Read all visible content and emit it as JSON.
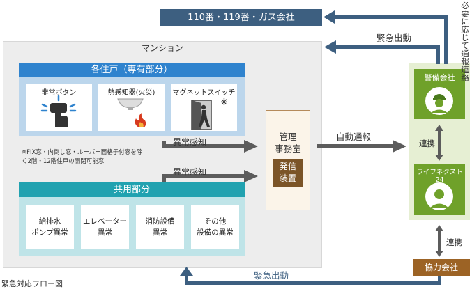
{
  "emergency_contact": "110番・119番・ガス会社",
  "mansion": {
    "title": "マンション",
    "units": {
      "header": "各住戸（専有部分）",
      "cards": [
        {
          "label": "非常ボタン",
          "icon": "emergency-button-icon"
        },
        {
          "label": "熱感知器(火災)",
          "icon": "heat-detector-icon"
        },
        {
          "label": "マグネットスイッチ",
          "icon": "magnet-switch-door-icon",
          "mark": "※"
        }
      ],
      "note": "※FIX窓・内倒し窓・ルーバー面格子付窓を除く2階・12階住戸の開閉可能窓"
    },
    "common": {
      "header": "共用部分",
      "cards": [
        {
          "line1": "給排水",
          "line2": "ポンプ異常"
        },
        {
          "line1": "エレベーター",
          "line2": "異常"
        },
        {
          "line1": "消防設備",
          "line2": "異常"
        },
        {
          "line1": "その他",
          "line2": "設備の異常"
        }
      ]
    },
    "management": {
      "line1": "管理",
      "line2": "事務室",
      "badge_line1": "発信",
      "badge_line2": "装置"
    }
  },
  "flows": {
    "abnormal_detect_1": "異常感知",
    "abnormal_detect_2": "異常感知",
    "auto_report": "自動通報",
    "emergency_dispatch_top": "緊急出動",
    "emergency_dispatch_bottom": "緊急出動",
    "coop_1": "連携",
    "coop_2": "連携",
    "if_needed": "必要に応じて通報連絡"
  },
  "right": {
    "security_company": "警備会社",
    "lifenext": "ライフネクスト24",
    "partner": "協力会社"
  },
  "caption": "緊急対応フロー図",
  "colors": {
    "navy": "#3d5f80",
    "units_blue": "#2f83ce",
    "common_teal": "#21a2b0",
    "arrow_gray": "#5c5c5c",
    "green": "#6fa12a",
    "brown": "#7b5427"
  }
}
